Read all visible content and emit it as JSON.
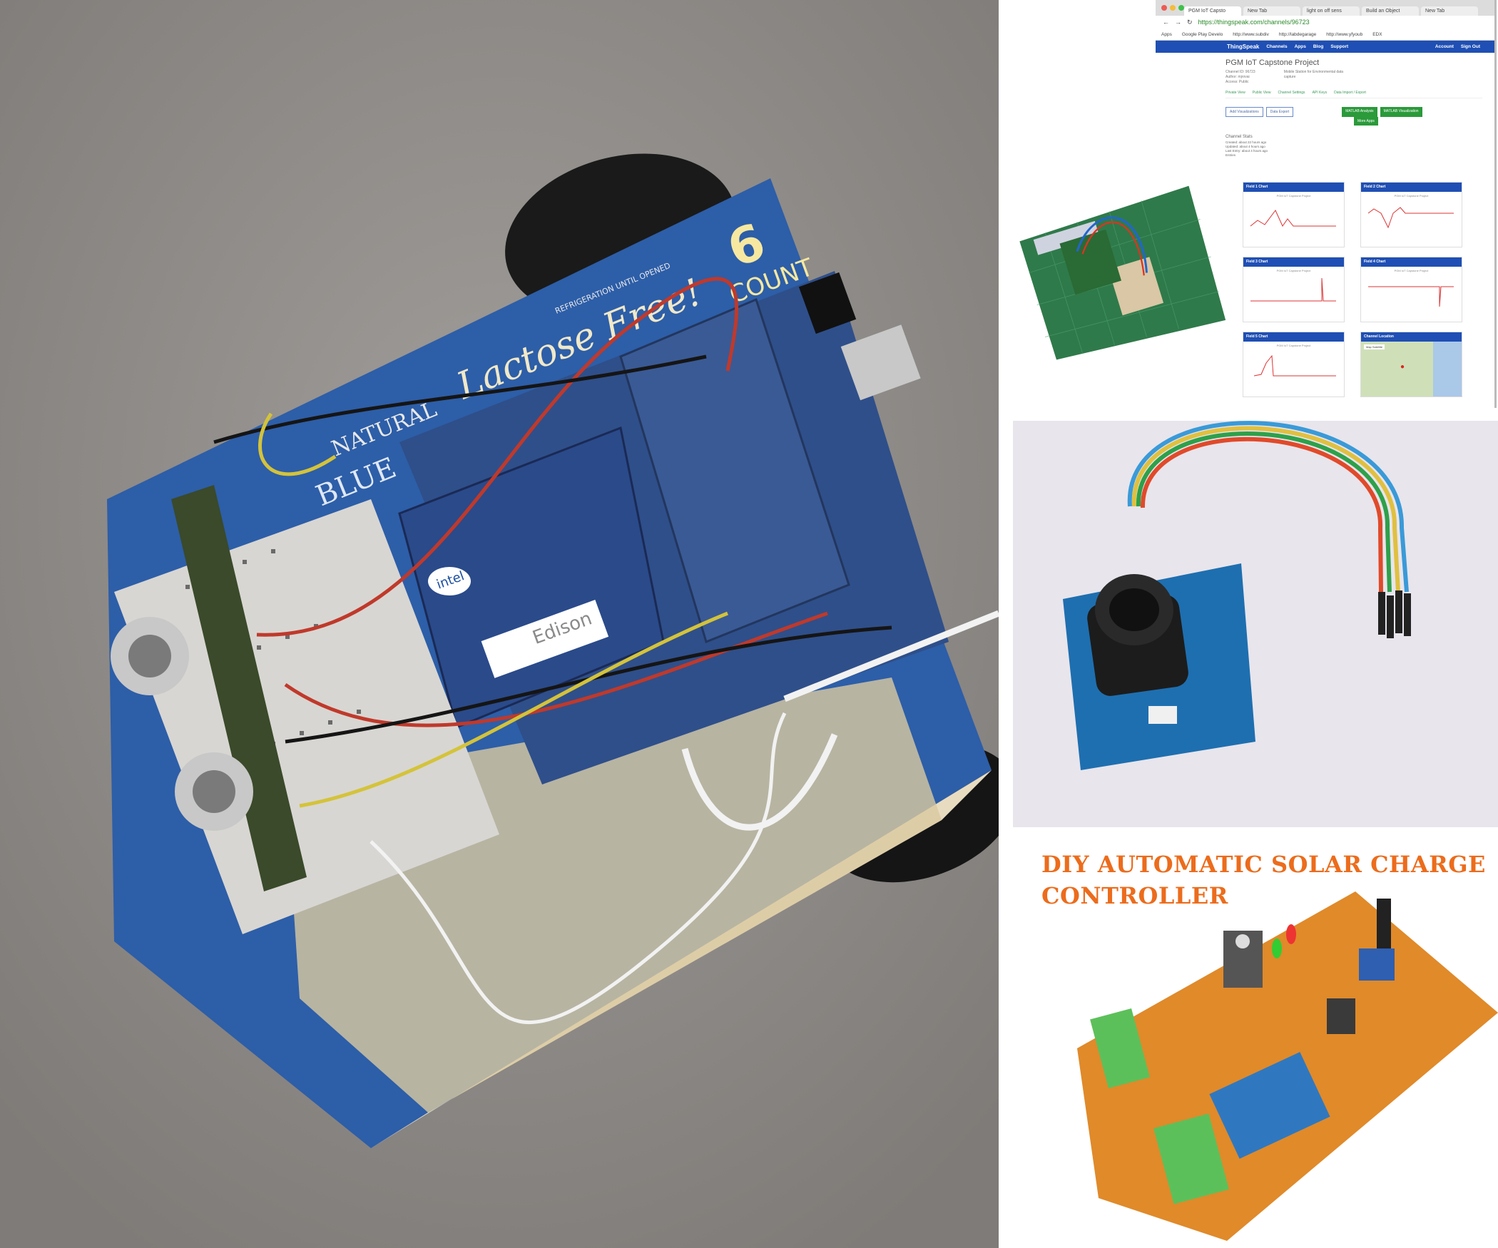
{
  "left_photo": {
    "box_labels": {
      "count": "6",
      "count_word": "COUNT",
      "lactose": "Lactose Free!",
      "natural": "NATURAL",
      "brand": "BLUE",
      "refrigeration": "REFRIGERATION UNTIL OPENED"
    },
    "board_labels": {
      "intel": "intel",
      "edison": "Edison"
    }
  },
  "browser": {
    "tabs": [
      "PGM IoT Capsto",
      "New Tab",
      "light on off sens",
      "Build an Object",
      "New Tab"
    ],
    "url": "https://thingspeak.com/channels/96723",
    "bookmarks": [
      "Apps",
      "Google Play Develo",
      "http://www.subdiv",
      "http://labdegarage",
      "http://www.yfyoub",
      "EDX"
    ],
    "nav": {
      "brand": "ThingSpeak",
      "items": [
        "Channels",
        "Apps",
        "Blog",
        "Support"
      ],
      "right": [
        "Account",
        "Sign Out"
      ]
    },
    "page_title": "PGM IoT Capstone Project",
    "meta": [
      [
        "Channel ID:",
        "96723"
      ],
      [
        "Author:",
        "mjrovai"
      ],
      [
        "Access:",
        "Public"
      ]
    ],
    "description": "Mobile Station for Environmental data capture",
    "view_tabs": [
      "Private View",
      "Public View",
      "Channel Settings",
      "API Keys",
      "Data Import / Export"
    ],
    "buttons": {
      "add_viz": "Add Visualizations",
      "export": "Data Export",
      "matlab_analysis": "MATLAB Analysis",
      "matlab_viz": "MATLAB Visualization",
      "more_apps": "More Apps"
    },
    "stats_title": "Channel Stats",
    "stats": [
      "Created: about 22 hours ago",
      "Updated: about 4 hours ago",
      "Last Entry: about 4 hours ago",
      "Entries"
    ],
    "charts": [
      {
        "title": "Field 1 Chart",
        "subtitle": "PGM IoT Capstone Project"
      },
      {
        "title": "Field 2 Chart",
        "subtitle": "PGM IoT Capstone Project"
      },
      {
        "title": "Field 3 Chart",
        "subtitle": "PGM IoT Capstone Project"
      },
      {
        "title": "Field 4 Chart",
        "subtitle": "PGM IoT Capstone Project"
      },
      {
        "title": "Field 5 Chart",
        "subtitle": "PGM IoT Capstone Project"
      },
      {
        "title": "Channel Location",
        "subtitle": "Map  Satellite"
      }
    ]
  },
  "solar": {
    "title_line1": "DIY AUTOMATIC SOLAR CHARGE",
    "title_line2": "CONTROLLER"
  },
  "colors": {
    "thingspeak_blue": "#1f4fb4",
    "solar_orange": "#ec6c1c",
    "pcb_blue": "#1f6fb0",
    "carpet": "#8e8a87"
  }
}
